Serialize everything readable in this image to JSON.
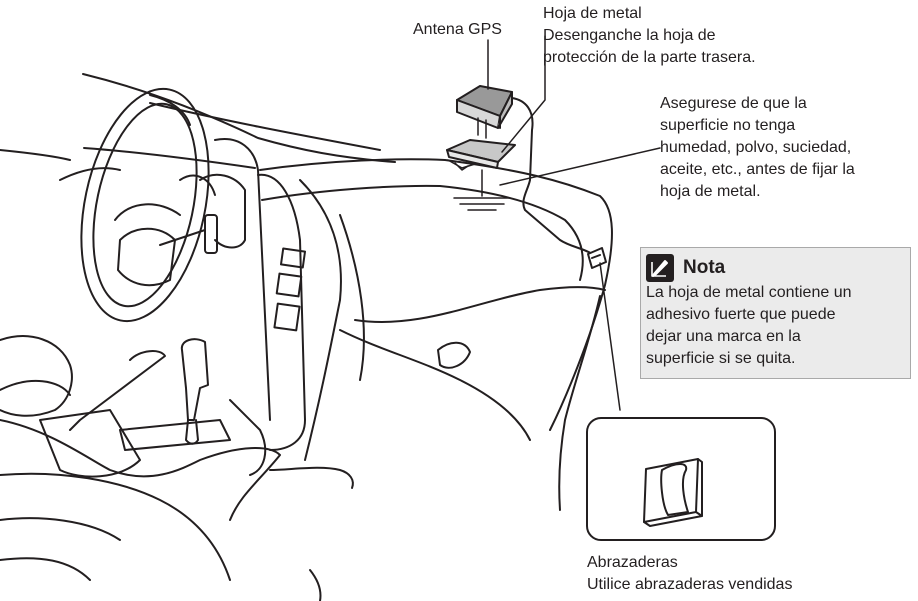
{
  "labels": {
    "antena": "Antena GPS",
    "hoja_lines": [
      "Hoja de metal",
      "Desenganche la hoja de",
      "protección de la parte trasera."
    ],
    "superficie_lines": [
      "Asegurese de que la",
      "superficie no tenga",
      "humedad, polvo, suciedad,",
      "aceite, etc., antes de fijar la",
      "hoja de metal."
    ],
    "abrazaderas_lines": [
      "Abrazaderas",
      "Utilice abrazaderas vendidas"
    ]
  },
  "note": {
    "icon": "pencil-note-icon",
    "title": "Nota",
    "body_lines": [
      "La hoja de metal contiene un",
      "adhesivo fuerte que puede",
      "dejar una marca en la",
      "superficie si se quita."
    ]
  },
  "colors": {
    "ink": "#231f20",
    "note_bg": "#ebebeb",
    "note_border": "#a9a9a9"
  }
}
